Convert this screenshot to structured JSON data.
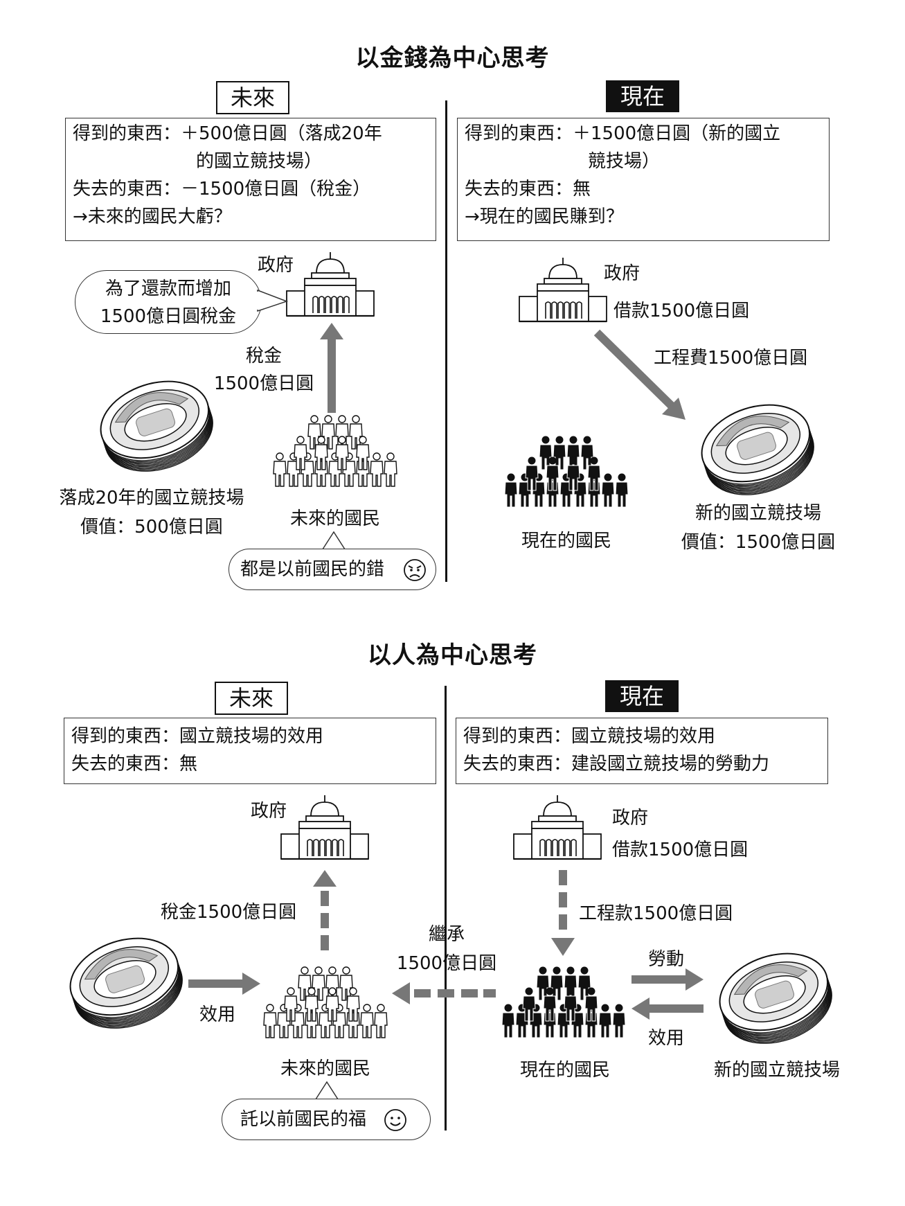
{
  "top": {
    "title": "以金錢為中心思考",
    "future": {
      "tag": "未來",
      "gain_line1": "得到的東西：＋500億日圓（落成20年",
      "gain_line2": "的國立競技場）",
      "loss_line": "失去的東西：－1500億日圓（稅金）",
      "conclusion": "→未來的國民大虧？",
      "gov_label": "政府",
      "bubble_line1": "為了還款而增加",
      "bubble_line2": "1500億日圓稅金",
      "tax_label1": "稅金",
      "tax_label2": "1500億日圓",
      "stadium_line1": "落成20年的國立競技場",
      "stadium_line2": "價值：500億日圓",
      "people_label": "未來的國民",
      "complaint": "都是以前國民的錯"
    },
    "present": {
      "tag": "現在",
      "gain_line1": "得到的東西：＋1500億日圓（新的國立",
      "gain_line2": "競技場）",
      "loss_line": "失去的東西：無",
      "conclusion": "→現在的國民賺到？",
      "gov_label": "政府",
      "loan_label": "借款1500億日圓",
      "cost_label": "工程費1500億日圓",
      "people_label": "現在的國民",
      "stadium_line1": "新的國立競技場",
      "stadium_line2": "價值：1500億日圓"
    }
  },
  "bottom": {
    "title": "以人為中心思考",
    "future": {
      "tag": "未來",
      "gain_line": "得到的東西：國立競技場的效用",
      "loss_line": "失去的東西：無",
      "gov_label": "政府",
      "tax_label": "稅金1500億日圓",
      "utility_label": "效用",
      "people_label": "未來的國民",
      "thanks": "託以前國民的福"
    },
    "present": {
      "tag": "現在",
      "gain_line": "得到的東西：國立競技場的效用",
      "loss_line": "失去的東西：建設國立競技場的勞動力",
      "gov_label": "政府",
      "loan_label": "借款1500億日圓",
      "cost_label": "工程款1500億日圓",
      "inherit_label1": "繼承",
      "inherit_label2": "1500億日圓",
      "labor_label": "勞動",
      "utility_label": "效用",
      "people_label": "現在的國民",
      "stadium_label": "新的國立競技場"
    }
  },
  "colors": {
    "ink": "#111111",
    "arrow_gray": "#777777",
    "stadium_gray": "#b5b5b5"
  }
}
